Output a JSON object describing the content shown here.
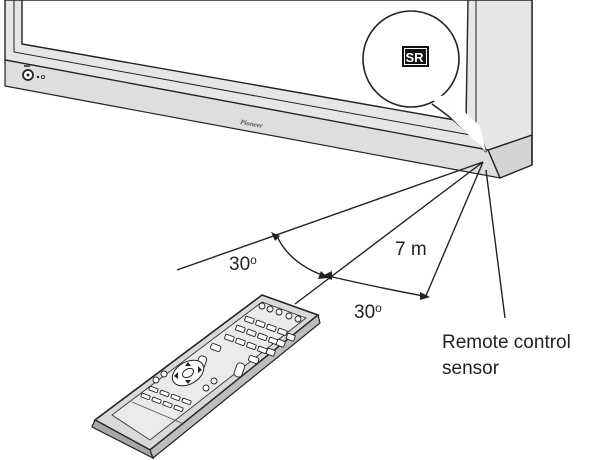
{
  "labels": {
    "angle_left": "30",
    "angle_right": "30",
    "degree_mark": "o",
    "distance": "7 m",
    "sensor_line1": "Remote control",
    "sensor_line2": "sensor"
  },
  "display": {
    "brand": "Pioneer",
    "sensor_logo": "SR"
  },
  "colors": {
    "line": "#222222",
    "panel": "#e6e6e6",
    "remote_body": "#d9d9d9"
  }
}
